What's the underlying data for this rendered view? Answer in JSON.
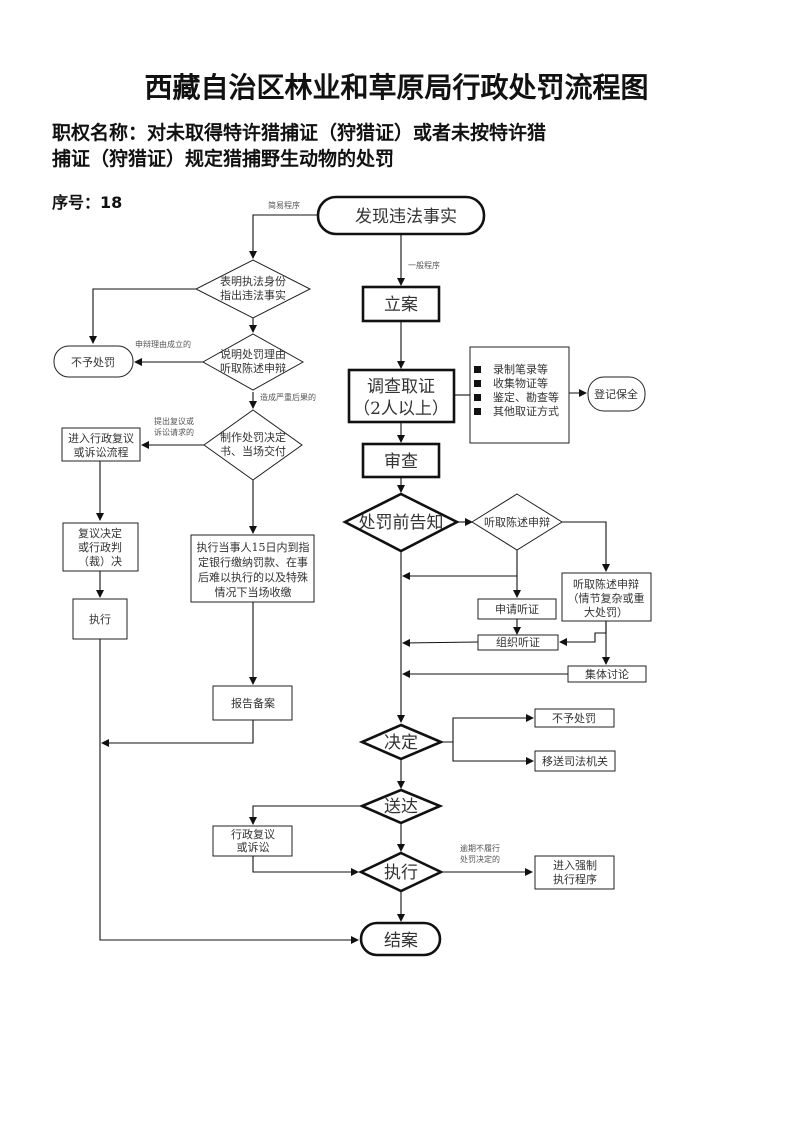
{
  "header": {
    "title": "西藏自治区林业和草原局行政处罚流程图",
    "authority_line1": "职权名称：对未取得特许猎捕证（狩猎证）或者未按特许猎",
    "authority_line2": "捕证（狩猎证）规定猎捕野生动物的处罚",
    "serial": "序号：18"
  },
  "nodes": {
    "start": "发现违法事实",
    "identity_l1": "表明执法身份",
    "identity_l2": "指出违法事实",
    "explain_l1": "说明处罚理由",
    "explain_l2": "听取陈述申辩",
    "no_penalty_left": "不予处罚",
    "make_decision_l1": "制作处罚决定",
    "make_decision_l2": "书、当场交付",
    "review_flow_l1": "进入行政复议",
    "review_flow_l2": "或诉讼流程",
    "review_result_l1": "复议决定",
    "review_result_l2": "或行政判",
    "review_result_l3": "（裁）决",
    "execute_left": "执行",
    "pay_l1": "执行当事人15日内到指",
    "pay_l2": "定银行缴纳罚款、在事",
    "pay_l3": "后难以执行的以及特殊",
    "pay_l4": "情况下当场收缴",
    "report": "报告备案",
    "file_case": "立案",
    "investigate_l1": "调查取证",
    "investigate_l2": "（2人以上）",
    "evidence_items": [
      "录制笔录等",
      "收集物证等",
      "鉴定、勘查等",
      "其他取证方式"
    ],
    "preserve": "登记保全",
    "examine": "审查",
    "pre_notice": "处罚前告知",
    "hear_defense": "听取陈述申辩",
    "hear_defense_major_l1": "听取陈述申辩",
    "hear_defense_major_l2": "（情节复杂或重",
    "hear_defense_major_l3": "大处罚）",
    "apply_hearing": "申请听证",
    "organize_hearing": "组织听证",
    "collective_discussion": "集体讨论",
    "decide": "决定",
    "no_penalty_right": "不予处罚",
    "transfer_judicial": "移送司法机关",
    "deliver": "送达",
    "admin_review_l1": "行政复议",
    "admin_review_l2": "或诉讼",
    "execute": "执行",
    "enforce_l1": "进入强制",
    "enforce_l2": "执行程序",
    "close_case": "结案"
  },
  "edge_labels": {
    "simple_procedure": "简易程序",
    "general_procedure": "一般程序",
    "defense_valid": "申辩理由成立的",
    "serious_consequence": "造成严重后果的",
    "request_review_l1": "提出复议或",
    "request_review_l2": "诉讼请求的",
    "overdue_l1": "逾期不履行",
    "overdue_l2": "处罚决定的"
  }
}
